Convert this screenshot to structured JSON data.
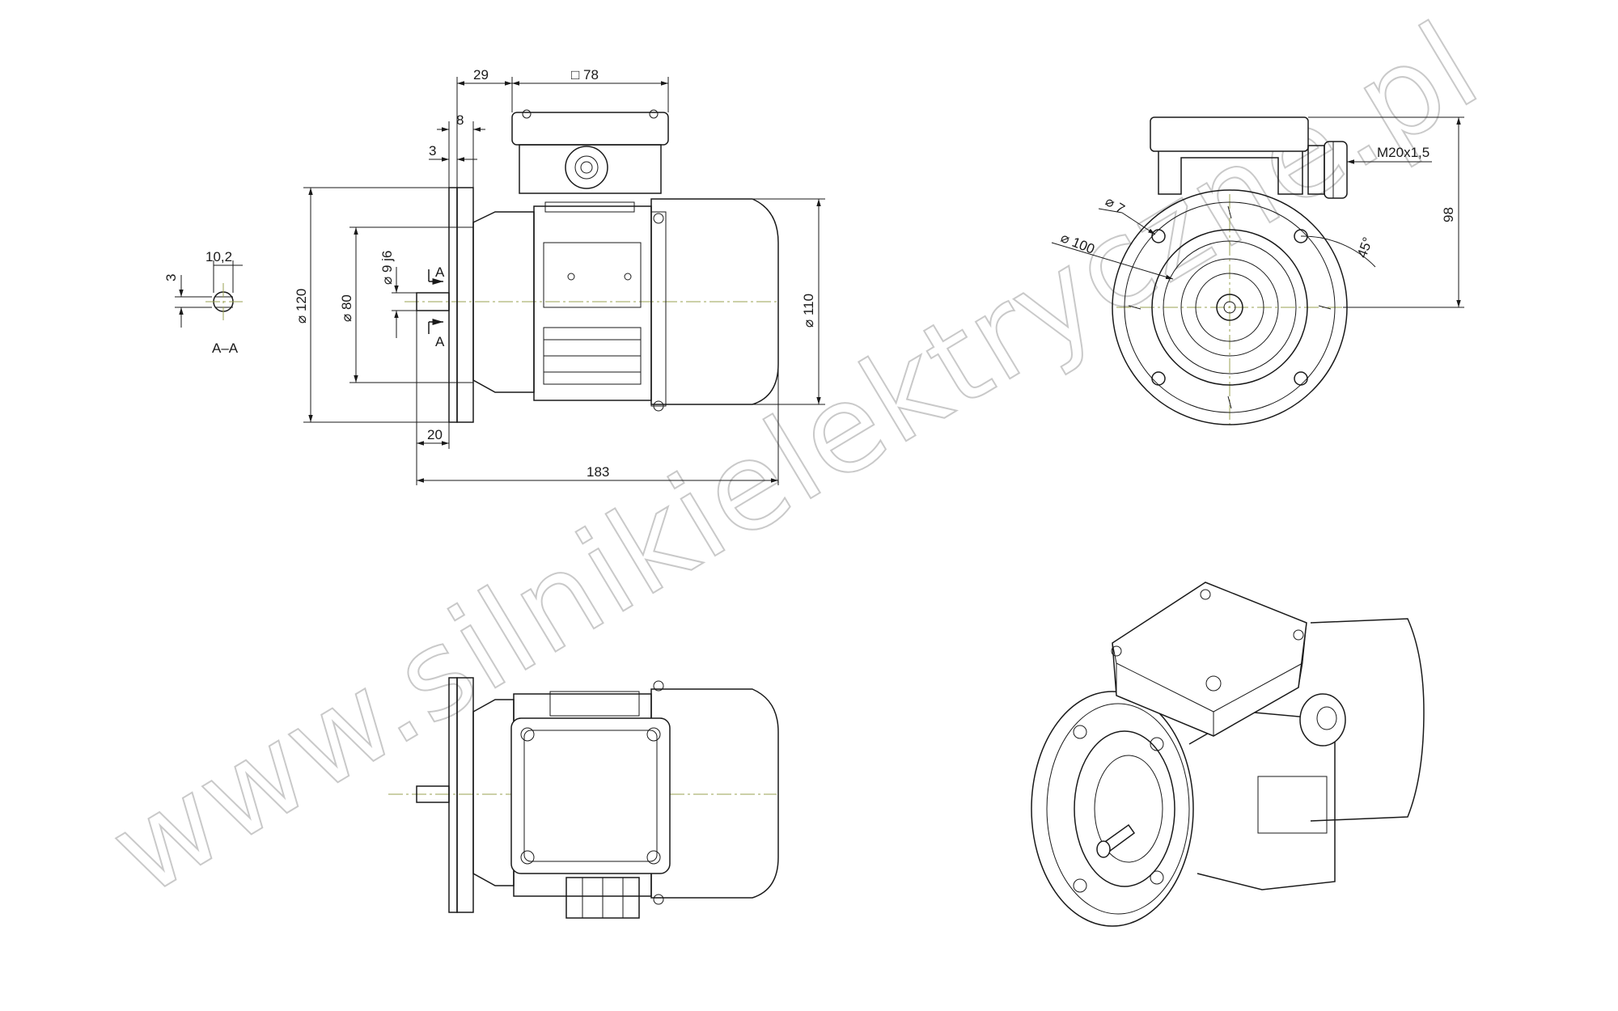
{
  "watermark": "www.silnikielektryczne.pl",
  "section": {
    "label": "A–A",
    "dim_width": "10,2",
    "dim_height": "3"
  },
  "side_view": {
    "dim_29": "29",
    "dim_box": "□ 78",
    "dim_8": "8",
    "dim_3": "3",
    "dim_d120": "⌀ 120",
    "dim_d80": "⌀ 80",
    "dim_d9j6": "⌀ 9 j6",
    "dim_d110": "⌀ 110",
    "dim_20": "20",
    "dim_183": "183",
    "cut_mark_top": "A",
    "cut_mark_bottom": "A"
  },
  "front_view": {
    "dim_d7": "⌀ 7",
    "dim_d100": "⌀ 100",
    "dim_m20": "M20x1,5",
    "dim_98": "98",
    "dim_angle": "45°"
  }
}
